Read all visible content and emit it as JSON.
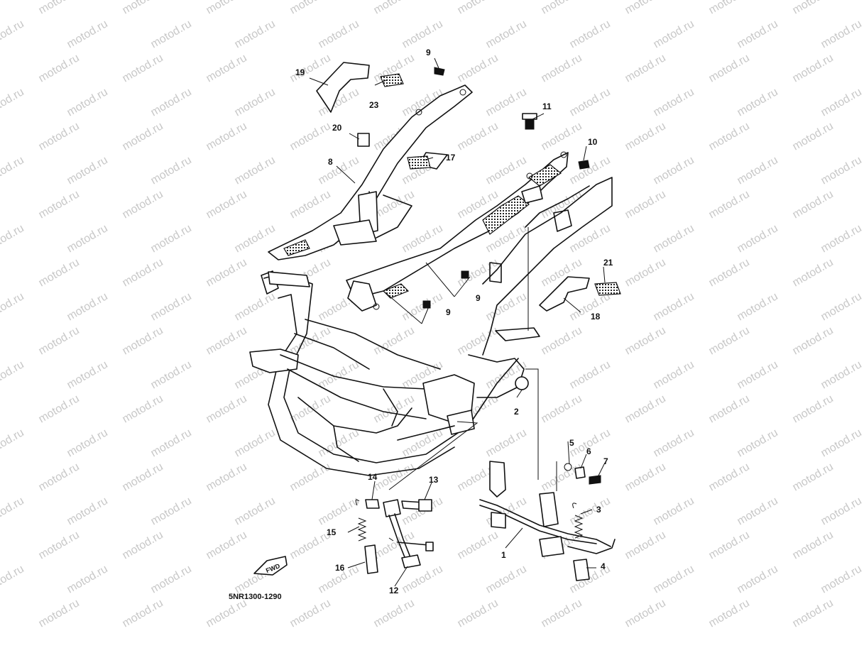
{
  "watermark": {
    "text": "motod.ru"
  },
  "diagram_code": "5NR1300-1290",
  "fwd_label": "FWD",
  "callouts": {
    "c1": "1",
    "c2": "2",
    "c3": "3",
    "c4": "4",
    "c5": "5",
    "c6": "6",
    "c7": "7",
    "c8": "8",
    "c9a": "9",
    "c9b": "9",
    "c9c": "9",
    "c10": "10",
    "c11": "11",
    "c12": "12",
    "c13": "13",
    "c14": "14",
    "c15": "15",
    "c16": "16",
    "c17": "17",
    "c18": "18",
    "c19": "19",
    "c20": "20",
    "c21": "21",
    "c23": "23"
  }
}
